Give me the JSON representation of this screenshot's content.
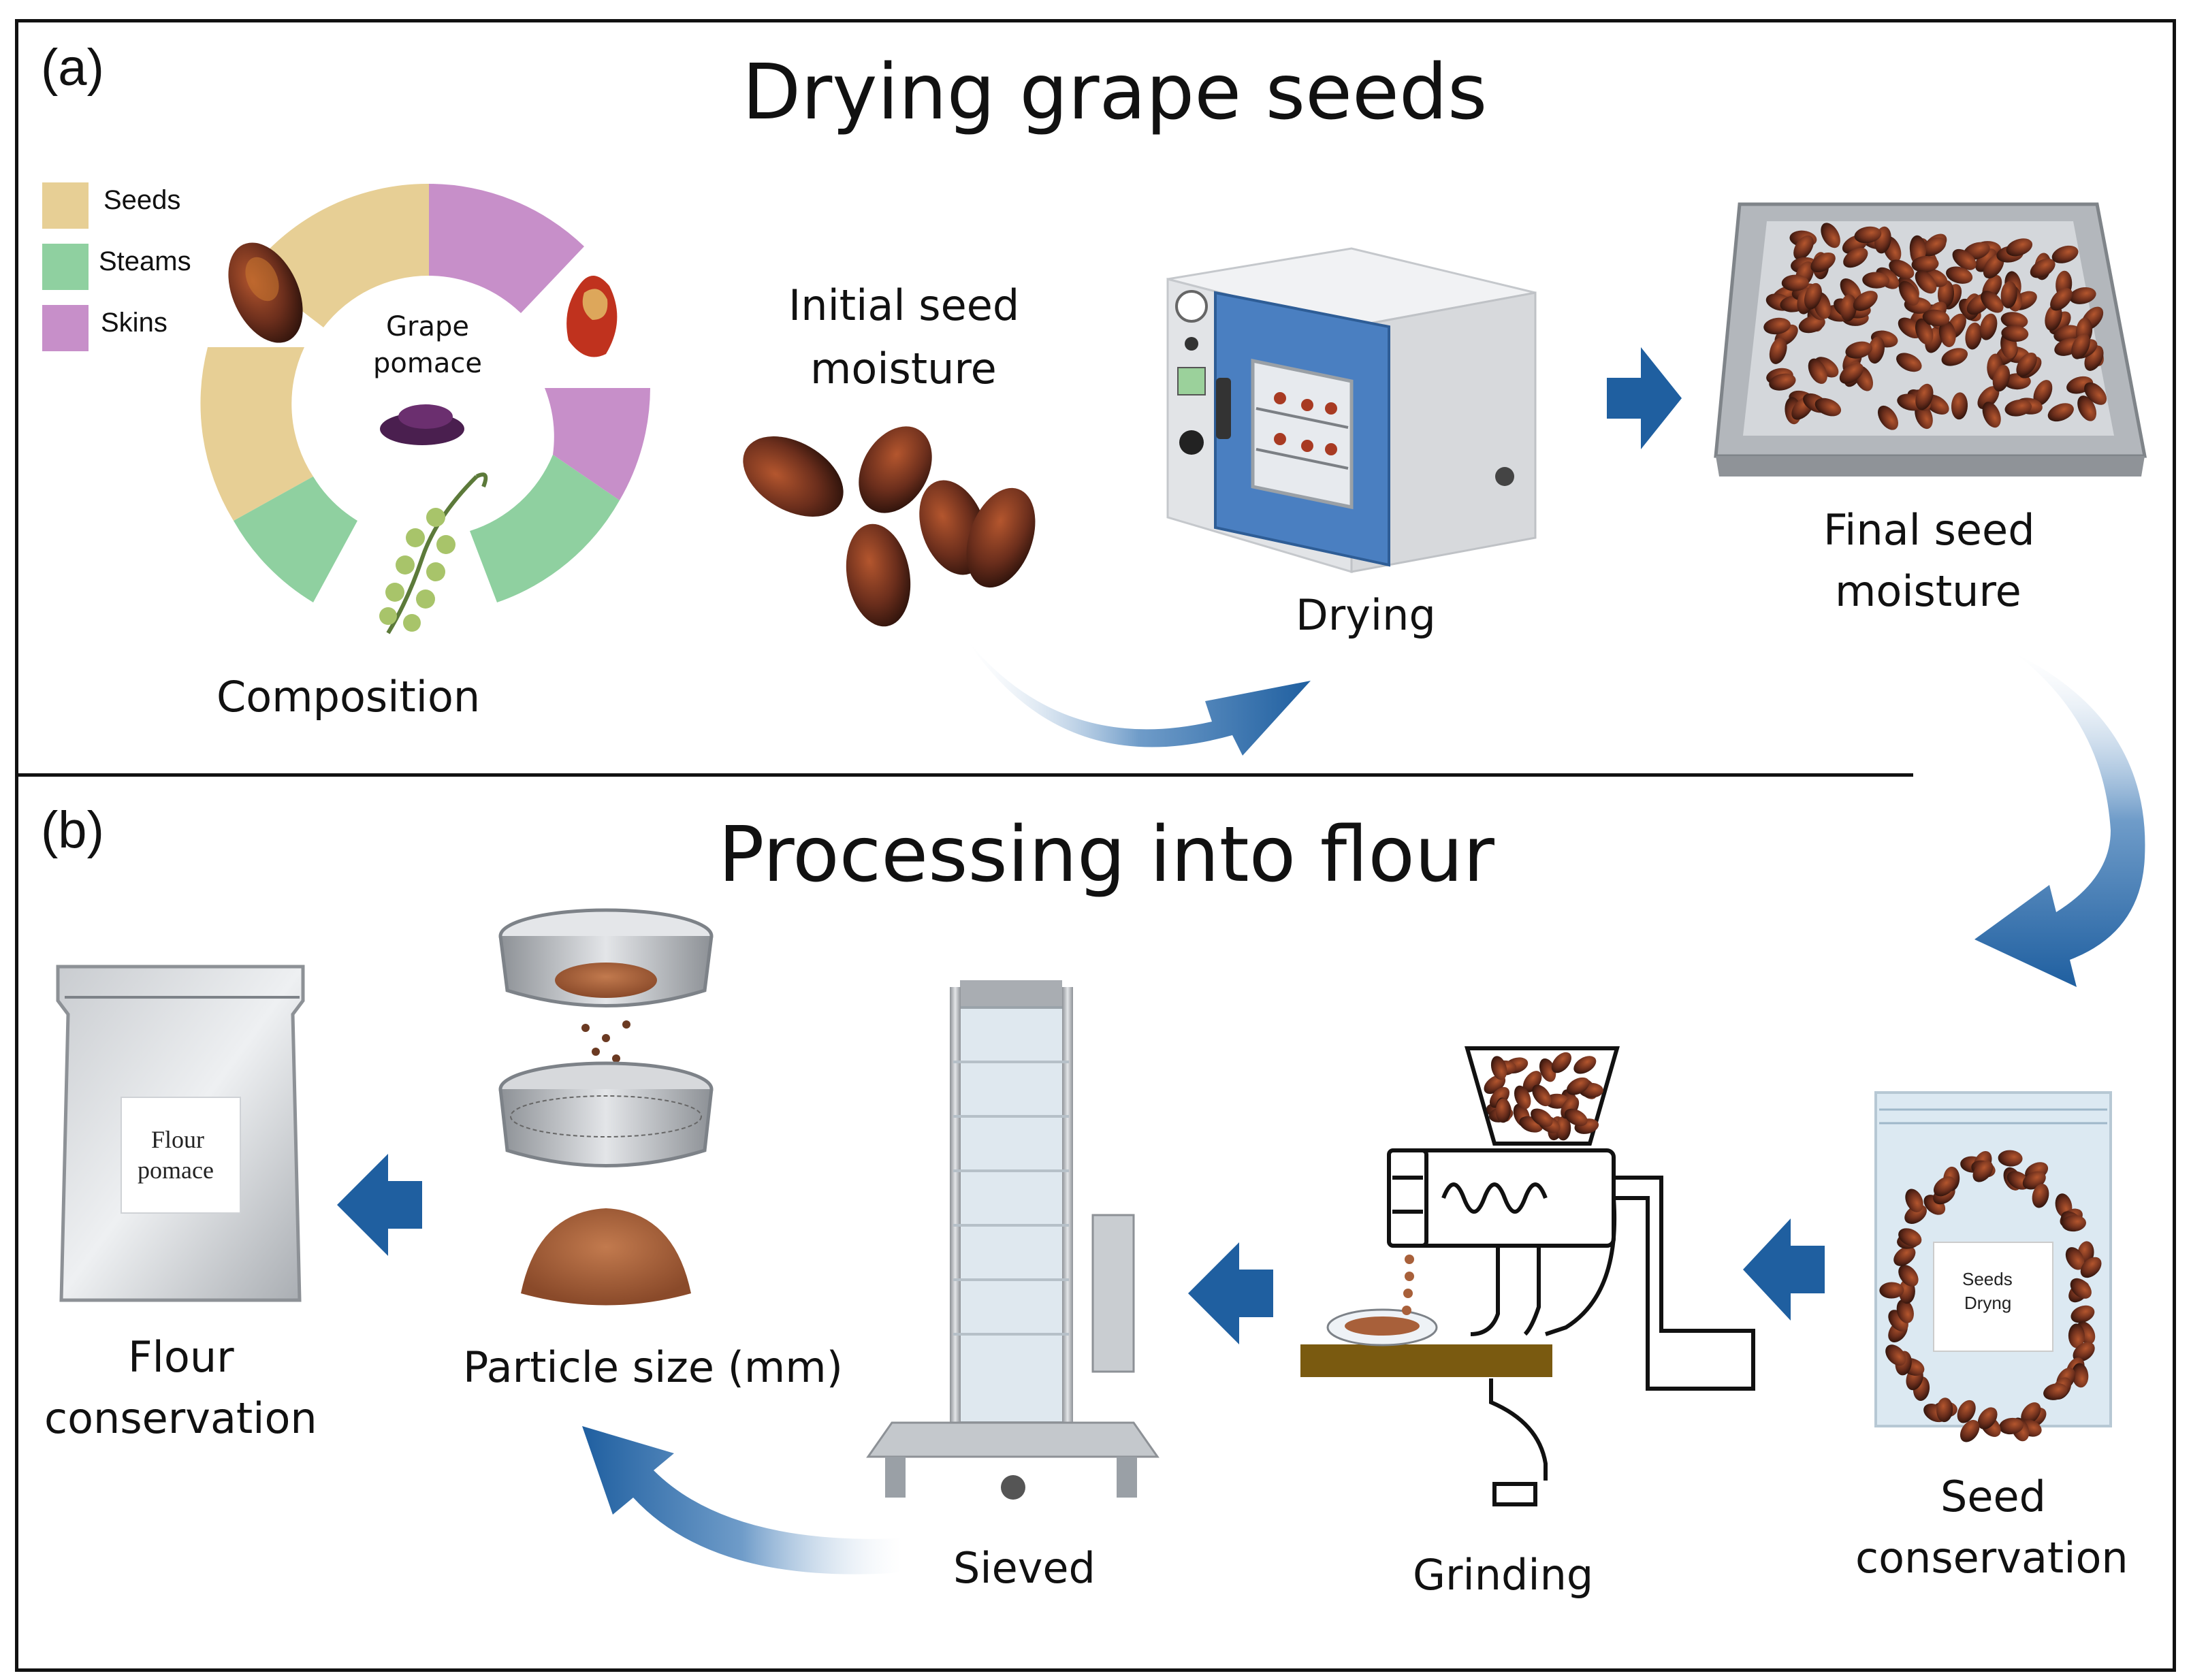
{
  "panels": {
    "a": {
      "tag": "(a)",
      "title": "Drying grape seeds",
      "legend": [
        {
          "label": "Seeds",
          "color": "#e7cf95"
        },
        {
          "label": "Steams",
          "color": "#8fd0a0"
        },
        {
          "label": "Skins",
          "color": "#c78fc9"
        }
      ],
      "center_label_1": "Grape",
      "center_label_2": "pomace",
      "composition": "Composition",
      "initial_1": "Initial seed",
      "initial_2": "moisture",
      "drying": "Drying",
      "final_1": "Final seed",
      "final_2": "moisture"
    },
    "b": {
      "tag": "(b)",
      "title": "Processing into flour",
      "flour_bag_1": "Flour",
      "flour_bag_2": "pomace",
      "flour_cons_1": "Flour",
      "flour_cons_2": "conservation",
      "particle": "Particle size (mm)",
      "sieved": "Sieved",
      "grinding": "Grinding",
      "seed_bag_1": "Seeds",
      "seed_bag_2": "Dryng",
      "seed_cons_1": "Seed",
      "seed_cons_2": "conservation"
    }
  },
  "colors": {
    "arrow_blue": "#1f5fa0",
    "seed_brown": "#6b2e1c",
    "flour_brown": "#a8603a",
    "oven_blue": "#4a7fc1"
  }
}
